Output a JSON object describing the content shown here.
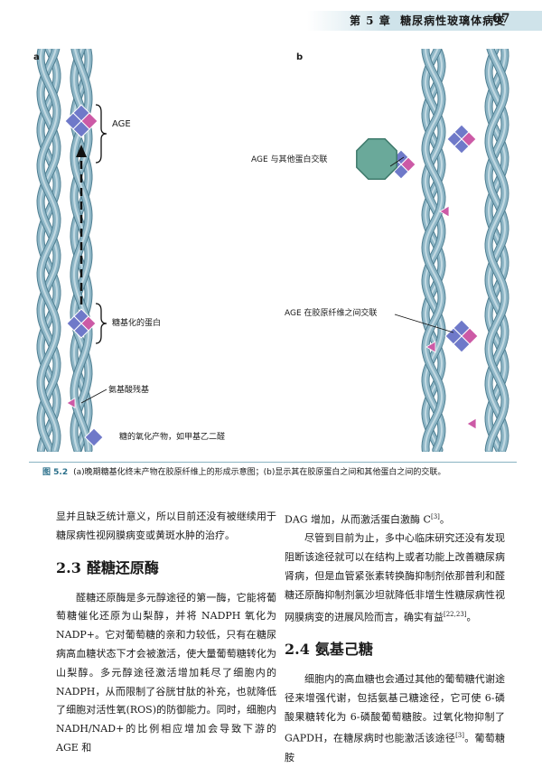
{
  "header": {
    "chapter": "第 5 章",
    "title": "糖尿病性玻璃体病变",
    "page": "67"
  },
  "figure": {
    "panel_a_label": "a",
    "panel_b_label": "b",
    "a_age": "AGE",
    "a_glycated_protein": "糖基化的蛋白",
    "a_amino_residue": "氨基酸残基",
    "a_sugar_oxidation": "糖的氧化产物，如甲基乙二醛",
    "b_crosslink_other": "AGE 与其他蛋白交联",
    "b_crosslink_collagen": "AGE 在胶原纤维之间交联"
  },
  "caption": {
    "number": "图 5.2",
    "text": "(a)晚期糖基化终末产物在胶原纤维上的形成示意图；(b)显示其在胶原蛋白之间和其他蛋白之间的交联。"
  },
  "left_column": {
    "p1": "显并且缺乏统计意义，所以目前还没有被继续用于糖尿病性视网膜病变或黄斑水肿的治疗。",
    "sec_num": "2.3",
    "sec_title": "醛糖还原酶",
    "p2": "醛糖还原酶是多元醇途径的第一酶，它能将葡萄糖催化还原为山梨醇，并将 NADPH 氧化为 NADP+。它对葡萄糖的亲和力较低，只有在糖尿病高血糖状态下才会被激活，使大量葡萄糖转化为山梨醇。多元醇途径激活增加耗尽了细胞内的 NADPH，从而限制了谷胱甘肽的补充，也就降低了细胞对活性氧(ROS)的防御能力。同时，细胞内 NADH/NAD+的比例相应增加会导致下游的 AGE 和"
  },
  "right_column": {
    "p1": "DAG 增加，从而激活蛋白激酶 C",
    "p1_ref": "[3]",
    "p1_end": "。",
    "p2": "尽管到目前为止，多中心临床研究还没有发现阻断该途径就可以在结构上或者功能上改善糖尿病肾病，但是血管紧张素转换酶抑制剂依那普利和醛糖还原酶抑制剂氯沙坦就降低非增生性糖尿病性视网膜病变的进展风险而言，确实有益",
    "p2_ref": "[22,23]",
    "p2_end": "。",
    "sec_num": "2.4",
    "sec_title": "氨基己糖",
    "p3": "细胞内的高血糖也会通过其他的葡萄糖代谢途径来增强代谢，包括氨基己糖途径，它可使 6-磷酸果糖转化为 6-磷酸葡萄糖胺。过氧化物抑制了 GAPDH，在糖尿病时也能激活该途径",
    "p3_ref": "[3]",
    "p3_end": "。葡萄糖胺"
  },
  "colors": {
    "fiber": "#8eb6c6",
    "fiber_edge": "#4f7f92",
    "diamond_blue": "#6f79c9",
    "diamond_pink": "#cc5aa6",
    "octagon": "#6aa99a",
    "caption_blue": "#2a6f8a"
  }
}
